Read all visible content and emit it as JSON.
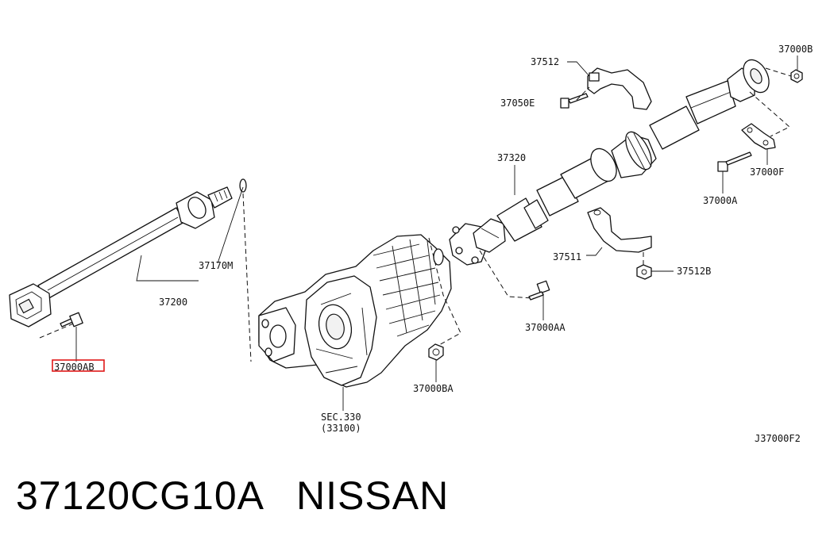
{
  "labels": {
    "l37000B": "37000B",
    "l37512": "37512",
    "l37050E": "37050E",
    "l37320": "37320",
    "l37000A": "37000A",
    "l37000F": "37000F",
    "l37511": "37511",
    "l37512B": "37512B",
    "l37170M": "37170M",
    "l37200": "37200",
    "l37000AA": "37000AA",
    "l37000BA": "37000BA",
    "l37000AB": "37000AB",
    "sec": "SEC.330",
    "secref": "(33100)",
    "code": "J37000F2"
  },
  "highlighted_part": "37000AB",
  "highlight_color": "#e01818",
  "footer": {
    "part_number": "37120CG10A",
    "brand": "NISSAN"
  }
}
